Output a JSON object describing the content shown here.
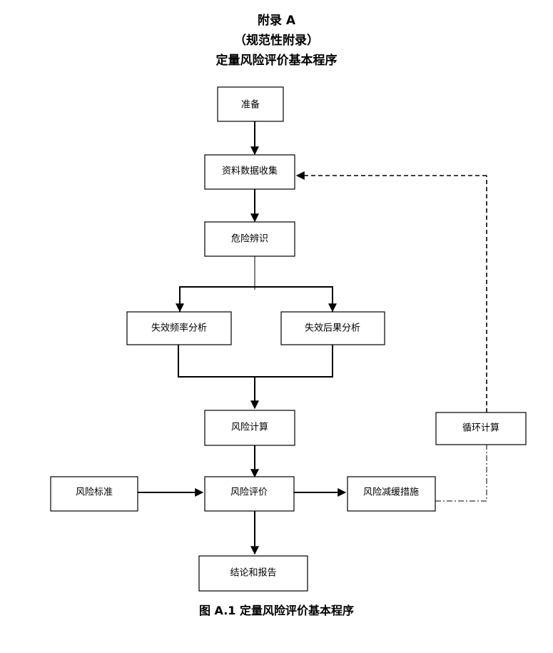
{
  "header": {
    "line1": "附录 A",
    "line2": "（规范性附录）",
    "line3": "定量风险评价基本程序"
  },
  "nodes": {
    "prepare": "准备",
    "data_collection": "资料数据收集",
    "hazard_identification": "危险辨识",
    "failure_frequency": "失效频率分析",
    "failure_consequence": "失效后果分析",
    "risk_calculation": "风险计算",
    "risk_criteria": "风险标准",
    "risk_evaluation": "风险评价",
    "risk_mitigation": "风险减缓措施",
    "loop_calculation": "循环计算",
    "conclusion_report": "结论和报告"
  },
  "caption": "图 A.1   定量风险评价基本程序"
}
